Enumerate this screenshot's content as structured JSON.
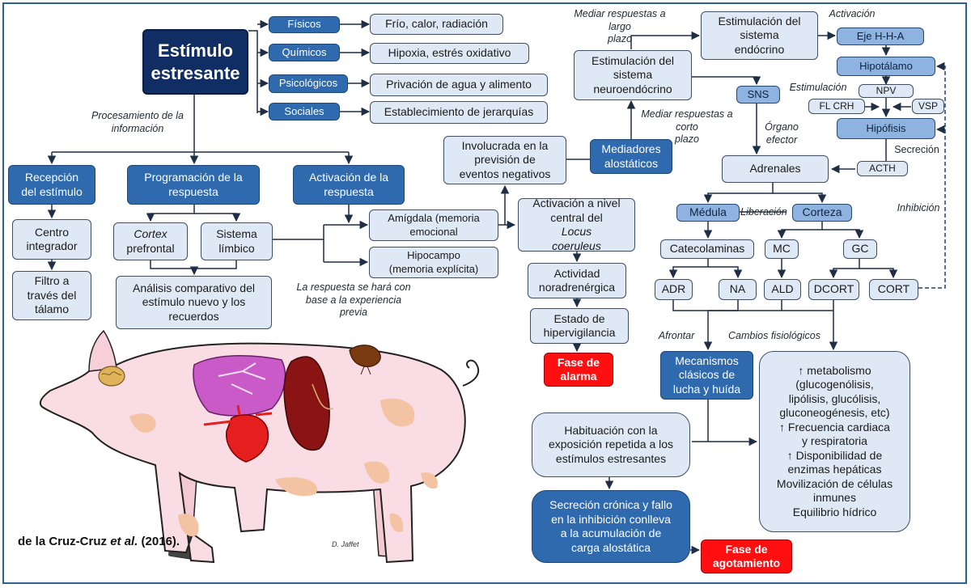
{
  "title": "Estímulo estresante",
  "stressor_types": [
    {
      "label": "Físicos",
      "example": "Frío, calor, radiación"
    },
    {
      "label": "Químicos",
      "example": "Hipoxia, estrés oxidativo"
    },
    {
      "label": "Psicológicos",
      "example": "Privación de agua y alimento"
    },
    {
      "label": "Sociales",
      "example": "Establecimiento de jerarquías"
    }
  ],
  "notes": {
    "processing": "Procesamiento de la\ninformación",
    "long_term": "Mediar respuestas a largo\nplazo",
    "short_term": "Mediar respuestas a corto\nplazo",
    "activation": "Activación",
    "stimulation": "Estimulación",
    "effector": "Órgano\nefector",
    "secretion": "Secreción",
    "liberation": "Liberación",
    "inhibition": "Inhibición",
    "experience": "La respuesta se hará con\nbase a la experiencia\nprevia",
    "cope": "Afrontar",
    "physio_changes": "Cambios fisiológicos"
  },
  "reception": {
    "title": "Recepción\ndel estímulo",
    "integrator": "Centro\nintegrador",
    "filter": "Filtro a\ntravés del\ntálamo"
  },
  "programming": {
    "title": "Programación de la\nrespuesta",
    "cortex_word": "Cortex",
    "cortex_rest": "prefrontal",
    "limbic": "Sistema\nlímbico",
    "analysis": "Análisis comparativo  del\nestímulo nuevo y los\nrecuerdos"
  },
  "activation": {
    "title": "Activación de la\nrespuesta",
    "amygdala": "Amígdala (memoria\nemocional",
    "hippocampus": "Hipocampo\n(memoria explícita)"
  },
  "involved": "Involucrada en la\nprevisión de\neventos negativos",
  "mediators": "Mediadores\nalostáticos",
  "neuroendocrine": "Estimulación del\nsistema\nneuroendócrino",
  "endocrine": "Estimulación del\nsistema\nendócrino",
  "locus": {
    "prefix": "Activación a nivel\ncentral del",
    "italic": "Locus\ncoeruleus"
  },
  "noradrenergic": "Actividad\nnoradrenérgica",
  "hypervigilance": "Estado de\nhipervigilancia",
  "alarm": "Fase de\nalarma",
  "hpa": {
    "axis": "Eje H-H-A",
    "hypothalamus": "Hipotálamo",
    "npv": "NPV",
    "flcrh": "FL CRH",
    "vsp": "VSP",
    "pituitary": "Hipófisis",
    "acth": "ACTH"
  },
  "sns": "SNS",
  "adrenals": "Adrenales",
  "medulla": "Médula",
  "cortex_gland": "Corteza",
  "catecholamines": "Catecolaminas",
  "adr": "ADR",
  "na": "NA",
  "mc": "MC",
  "gc": "GC",
  "ald": "ALD",
  "dcort": "DCORT",
  "cort": "CORT",
  "fight": "Mecanismos\nclásicos de\nlucha y huída",
  "effects": "↑ metabolismo\n(glucogenólisis,\nlipólisis, glucólisis,\ngluconeogénesis, etc)\n↑ Frecuencia cardiaca\ny respiratoria\n↑ Disponibilidad de\nenzimas hepáticas\nMovilización de células\ninmunes\nEquilibrio hídrico",
  "habituation": "Habituación con la\nexposición repetida a los\nestímulos estresantes",
  "chronic": "Secreción crónica  y fallo\nen la inhibición conlleva\na la acumulación de\ncarga alostática",
  "exhaustion": "Fase de\nagotamiento",
  "credit": {
    "prefix": "de la Cruz-Cruz ",
    "italic": "et al.",
    "suffix": " (2016)."
  },
  "signature": "D. Jaffet",
  "colors": {
    "dark_box": "#2e6aad",
    "light_box": "#dfe9f5",
    "mid_box": "#8fb3e0",
    "title_box": "#102e63",
    "alarm_box": "#ff0f0f",
    "frame": "#2f5f8f"
  }
}
